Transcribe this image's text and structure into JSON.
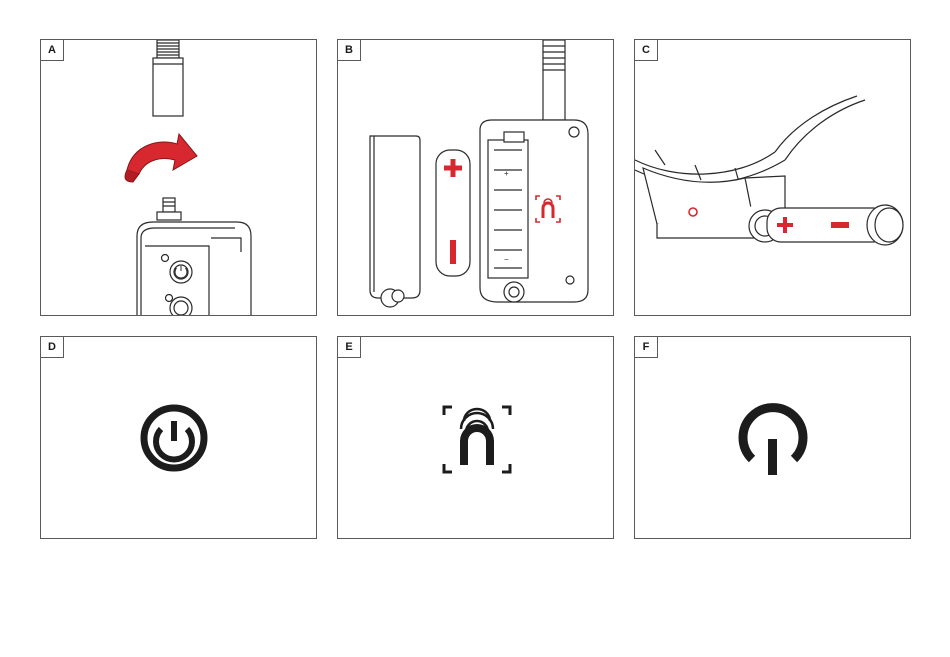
{
  "colors": {
    "accent_red": "#d7282f",
    "line": "#2a2a2a",
    "icon": "#1c1c1c",
    "border": "#5a5a5a"
  },
  "panels": [
    {
      "label": "A",
      "content": "antenna-attach-illustration"
    },
    {
      "label": "B",
      "content": "battery-insert-illustration"
    },
    {
      "label": "C",
      "content": "collar-battery-illustration"
    },
    {
      "label": "D",
      "content": "power-button-icon"
    },
    {
      "label": "E",
      "content": "pairing-magnet-icon"
    },
    {
      "label": "F",
      "content": "power-on-icon"
    }
  ],
  "battery_symbols": {
    "plus": "+",
    "minus": "−"
  }
}
